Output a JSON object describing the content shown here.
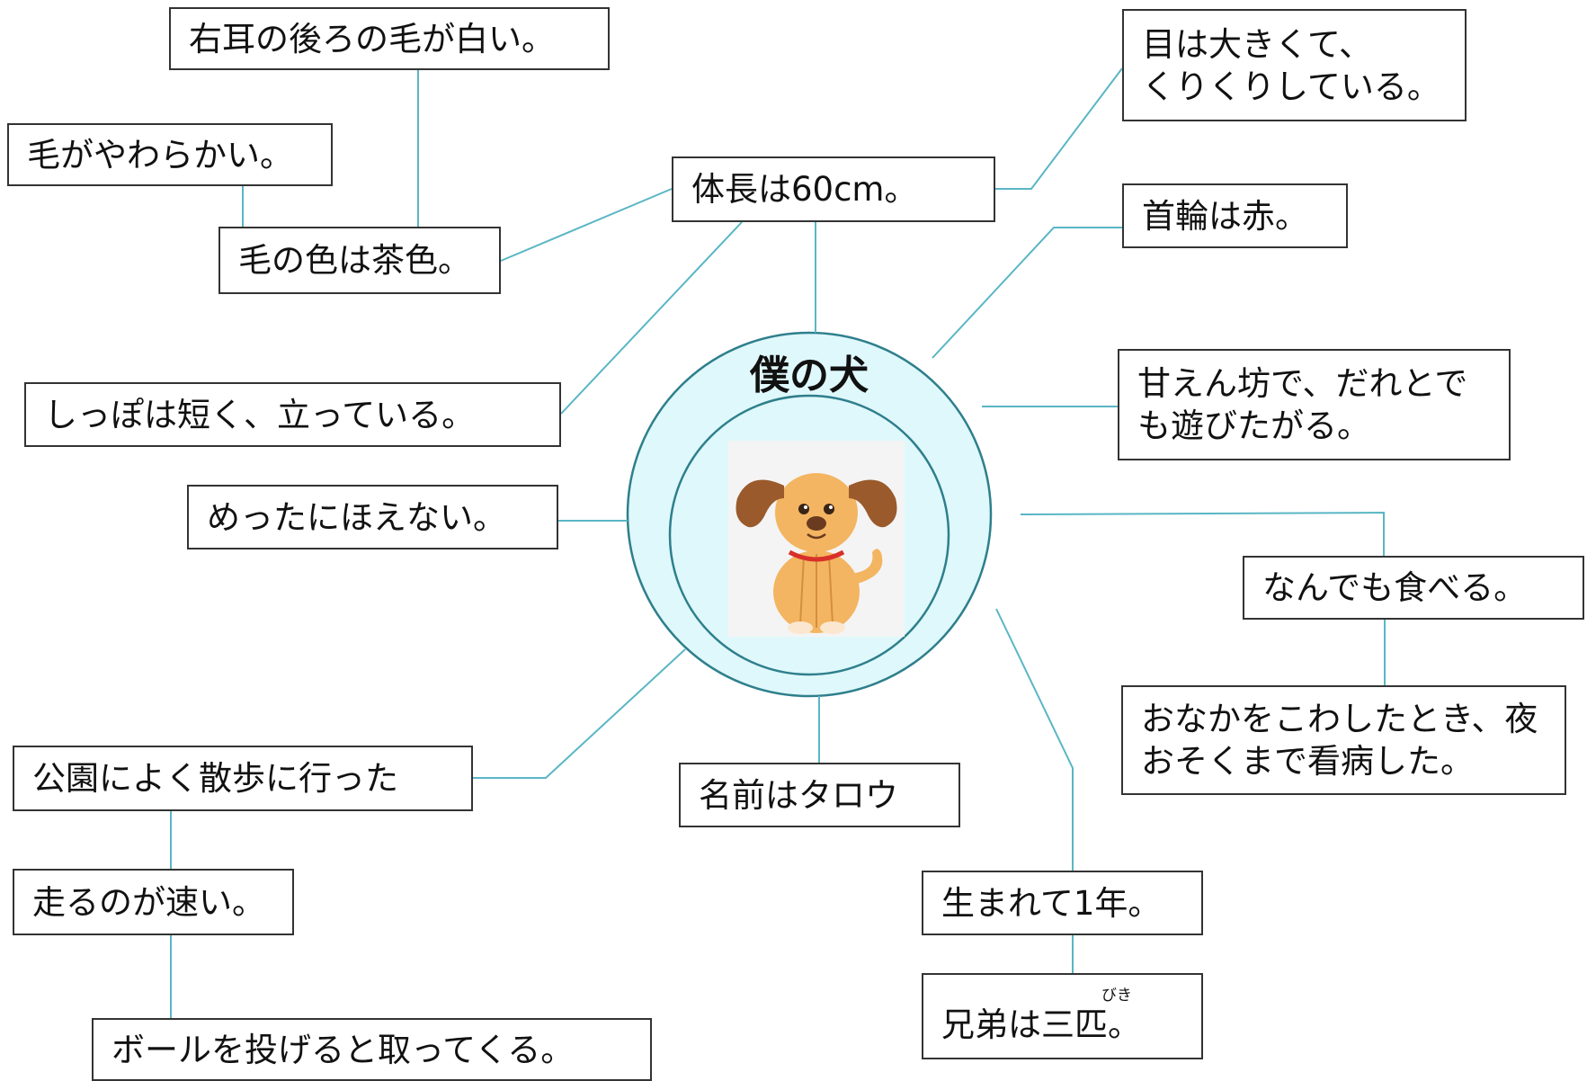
{
  "center": {
    "title": "僕の犬",
    "image": "puppy-illustration"
  },
  "nodes": {
    "right_ear": "右耳の後ろの毛が白い。",
    "soft_fur": "毛がやわらかい。",
    "fur_color": "毛の色は茶色。",
    "body_length": "体長は60cm。",
    "eyes": "目は大きくて、\nくりくりしている。",
    "collar": "首輪は赤。",
    "tail": "しっぽは短く、立っている。",
    "spoiled": "甘えん坊で、だれとで\nも遊びたがる。",
    "rarely_barks": "めったにほえない。",
    "eats": "なんでも食べる。",
    "stomach": "おなかをこわしたとき、夜\nおそくまで看病した。",
    "park": "公園によく散歩に行った",
    "name": "名前はタロウ",
    "runs_fast": "走るのが速い。",
    "age": "生まれて1年。",
    "brothers": "兄弟は三匹。",
    "ball": "ボールを投げると取ってくる。"
  },
  "ruby": {
    "hiki": "びき"
  },
  "colors": {
    "circle_fill": "#dff8fb",
    "circle_stroke": "#2e7f8c",
    "link_line": "#5ab6c5",
    "box_border": "#333333",
    "dog_body": "#f3b561",
    "dog_ears": "#9a5a2b",
    "collar": "#d8302a"
  }
}
